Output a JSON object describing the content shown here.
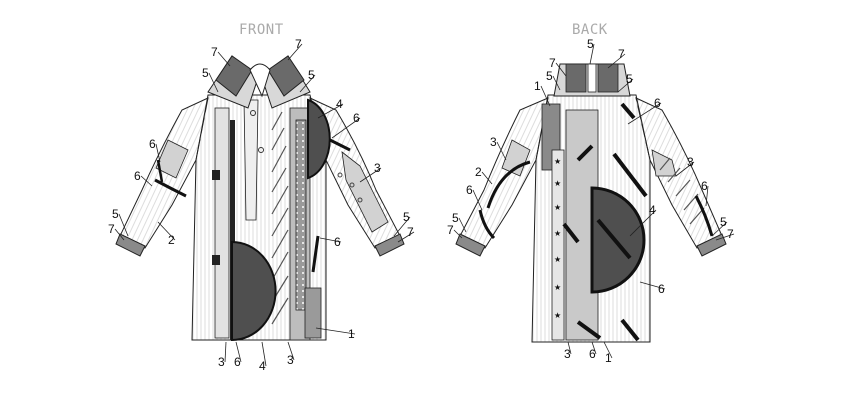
{
  "views": {
    "front": {
      "title": "FRONT",
      "callouts": [
        "7",
        "7",
        "5",
        "5",
        "4",
        "6",
        "6",
        "6",
        "3",
        "5",
        "7",
        "5",
        "7",
        "2",
        "6",
        "1",
        "3",
        "6",
        "4",
        "3"
      ]
    },
    "back": {
      "title": "BACK",
      "callouts": [
        "5",
        "7",
        "7",
        "5",
        "5",
        "1",
        "6",
        "3",
        "6",
        "2",
        "3",
        "6",
        "5",
        "7",
        "4",
        "5",
        "7",
        "6",
        "3",
        "6",
        "1"
      ]
    }
  },
  "colors": {
    "dark": "#555555",
    "mid": "#9a9a9a",
    "light": "#d2d2d2",
    "line": "#222222"
  }
}
